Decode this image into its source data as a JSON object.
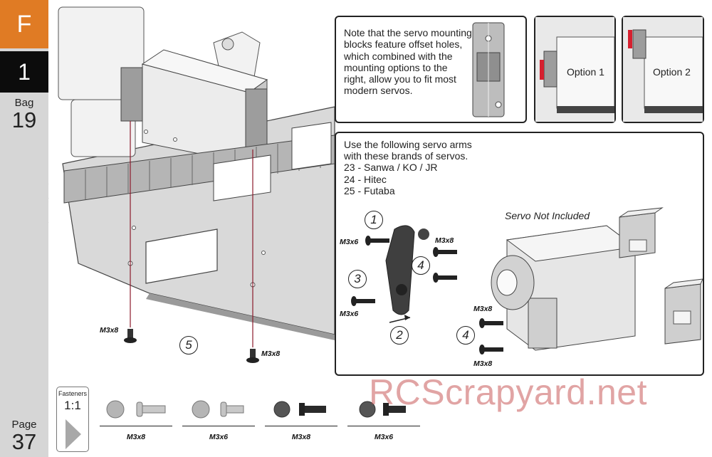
{
  "sidebar": {
    "section": "F",
    "step": "1",
    "bag_label": "Bag",
    "bag_number": "19",
    "page_label": "Page",
    "page_number": "37"
  },
  "note_panel": {
    "text": "Note that the servo mounting blocks feature offset holes, which combined with the mounting options to the right, allow you to fit most modern servos."
  },
  "options": {
    "option1": "Option 1",
    "option2": "Option 2"
  },
  "arms_panel": {
    "lines": [
      "Use the following servo arms",
      "with these brands of servos.",
      "23 - Sanwa / KO / JR",
      "24 - Hitec",
      "25 - Futaba"
    ],
    "servo_note": "Servo Not Included"
  },
  "callouts": {
    "c1": "1",
    "c2": "2",
    "c3": "3",
    "c4a": "4",
    "c4b": "4",
    "c5": "5"
  },
  "screw_labels": {
    "panel_top_left": "M3x6",
    "panel_top_right": "M3x8",
    "panel_mid_left": "M3x6",
    "panel_bottom_upper": "M3x8",
    "panel_bottom_lower": "M3x8",
    "chassis_left": "M3x8",
    "chassis_right": "M3x8"
  },
  "fasteners": {
    "title": "Fasteners",
    "scale": "1:1",
    "items": [
      {
        "name": "M3x8"
      },
      {
        "name": "M3x6"
      },
      {
        "name": "M3x8"
      },
      {
        "name": "M3x6"
      }
    ]
  },
  "watermark": "RCScrapyard.net",
  "colors": {
    "section_orange": "#e07b24",
    "sidebar_gray": "#d6d6d6",
    "step_black": "#0c0c0c",
    "guide_red": "#8b1a2b",
    "mark_red": "#d6202f"
  }
}
